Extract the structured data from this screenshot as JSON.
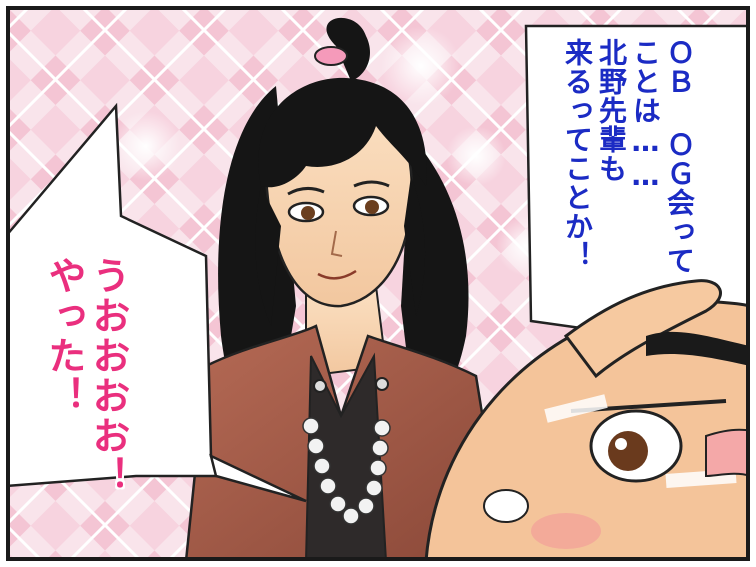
{
  "speech_right": {
    "lines": [
      "ＯＢ ＯＧ会って",
      "ことは……",
      "北野先輩も",
      "来るってことか！"
    ]
  },
  "speech_left": {
    "lines": [
      "うおおおお！",
      "やった！"
    ]
  },
  "colors": {
    "speech_right_text": "#1b2bc4",
    "speech_left_text": "#ea2f7e",
    "background_pattern": "#f3b8cb",
    "panel_border": "#1a1a1a"
  }
}
